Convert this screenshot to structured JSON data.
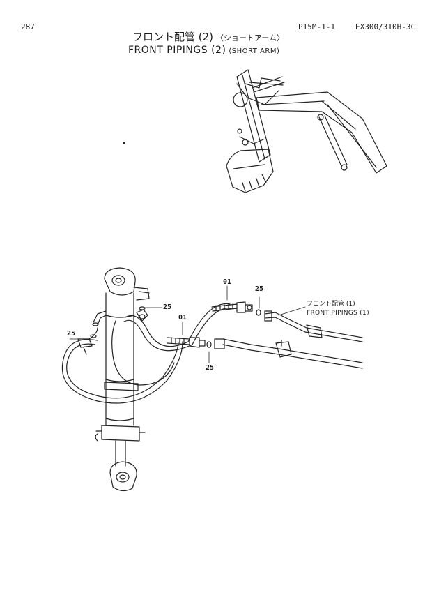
{
  "header": {
    "page_number": "287",
    "sheet_code": "P15M-1-1",
    "model": "EX300/310H-3C"
  },
  "title": {
    "jp_main": "フロント配管 (2)",
    "jp_sub": "〈ショートアーム〉",
    "en_main": "FRONT PIPINGS (2)",
    "en_sub": "(SHORT ARM)"
  },
  "reference": {
    "jp": "フロント配管 (1)",
    "en": "FRONT PIPINGS (1)"
  },
  "callouts": {
    "hose_upper": "01",
    "hose_lower": "01",
    "oring_right": "25",
    "oring_upper_left": "25",
    "oring_left": "25",
    "oring_middle": "25"
  }
}
